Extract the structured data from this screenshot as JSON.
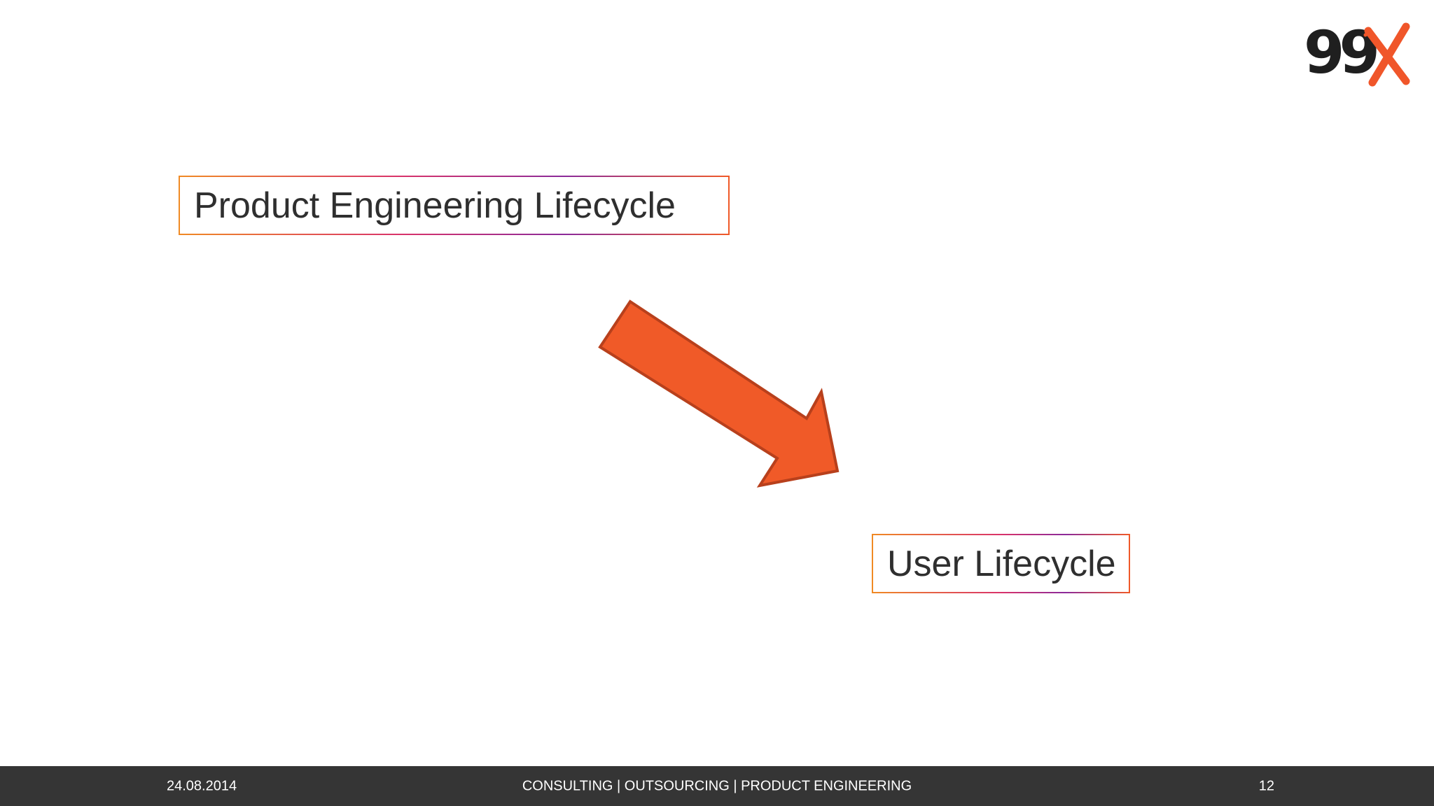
{
  "slide": {
    "title_box": "Product Engineering Lifecycle",
    "target_box": "User Lifecycle"
  },
  "logo": {
    "text": "99X",
    "number_color": "#1f1f1f",
    "x_color": "#f0562a"
  },
  "arrow": {
    "fill": "#f05a28",
    "stroke": "#b8401c"
  },
  "footer": {
    "date": "24.08.2014",
    "tagline": "CONSULTING | OUTSOURCING | PRODUCT ENGINEERING",
    "page_number": "12"
  }
}
